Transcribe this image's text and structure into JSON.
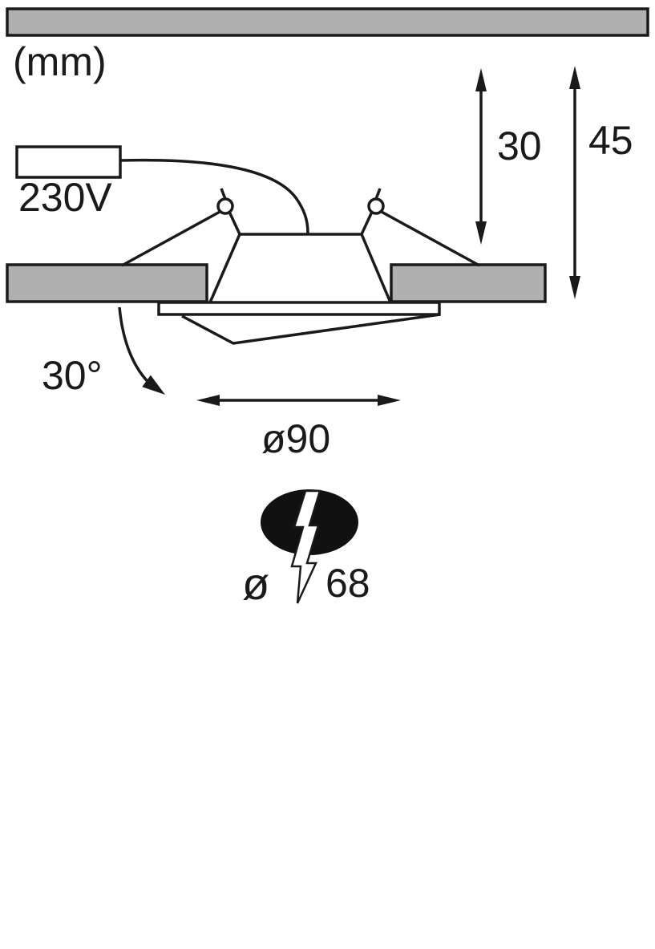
{
  "unit_label": "(mm)",
  "labels": {
    "voltage": "230V",
    "recess_depth": "30",
    "total_height": "45",
    "tilt_angle": "30°",
    "outer_diameter": "ø90",
    "cutout_symbol": "ø",
    "cutout_value": "68"
  },
  "colors": {
    "line": "#1a1a1a",
    "panel_fill": "#b0b0b0",
    "symbol_fill": "#111111",
    "background": "#ffffff"
  }
}
